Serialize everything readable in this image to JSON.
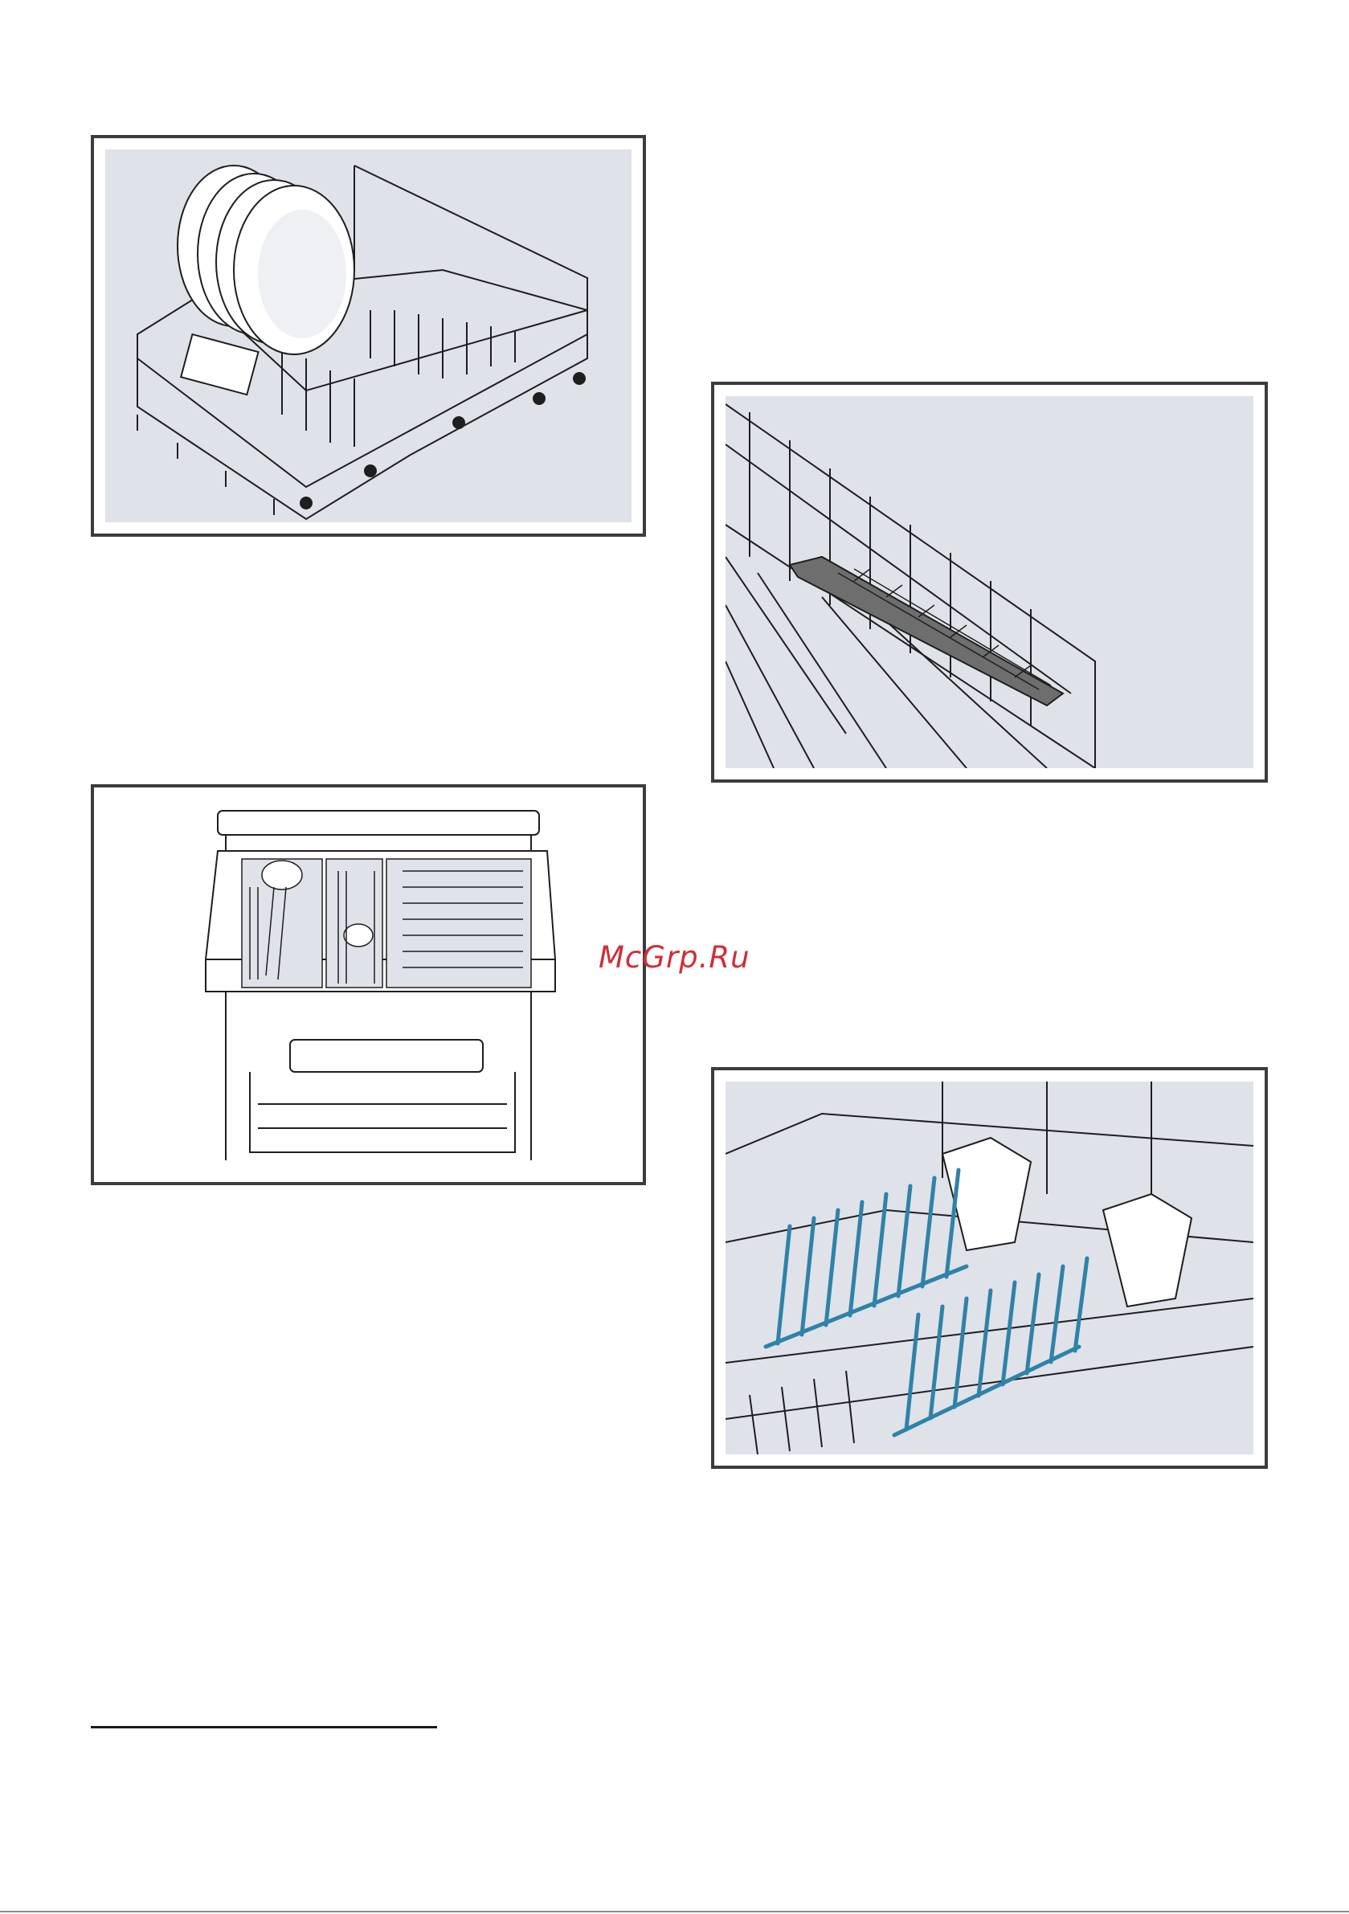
{
  "watermark": {
    "text": "McGrp.Ru",
    "color": "#d02e36"
  },
  "figures": [
    {
      "id": "upper-rack-with-plates",
      "icon": "dish-rack-with-plates-illustration"
    },
    {
      "id": "cutlery-drawer",
      "icon": "cutlery-drawer-illustration"
    },
    {
      "id": "folding-shelf",
      "icon": "rack-shelf-illustration"
    },
    {
      "id": "folding-prongs",
      "icon": "folding-prongs-illustration"
    }
  ],
  "colors": {
    "panel_bg": "#dfe2e9",
    "frame": "#3c3c3c",
    "accent_prongs": "#2f82a8"
  }
}
